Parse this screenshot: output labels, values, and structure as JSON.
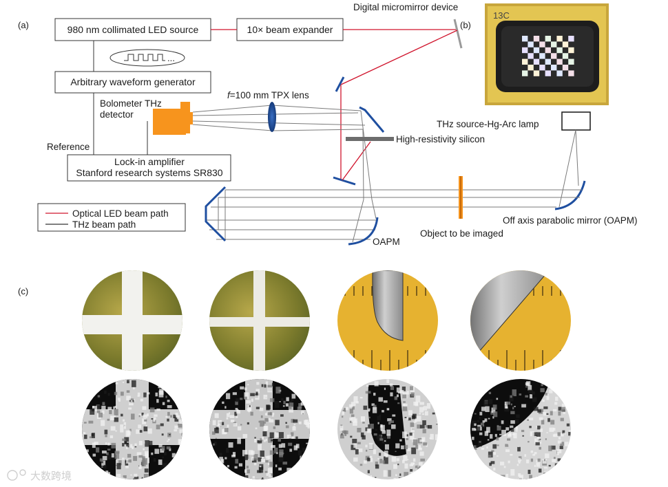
{
  "panels": {
    "a": "(a)",
    "b": "(b)",
    "c": "(c)"
  },
  "components": {
    "led_source": "980 nm collimated LED source",
    "beam_expander": "10× beam expander",
    "dmd": "Digital micromirror device",
    "waveform_generator": "Arbitrary waveform generator",
    "waveform_dots": "...",
    "bolometer_line1": "Bolometer THz",
    "bolometer_line2": "detector",
    "tpx_lens_f": "f",
    "tpx_lens_rest": "=100 mm TPX lens",
    "reference": "Reference",
    "lockin_line1": "Lock-in amplifier",
    "lockin_line2": "Stanford research systems SR830",
    "silicon": "High-resistivity silicon",
    "thz_source": "THz source-Hg-Arc lamp",
    "oapm_right": "Off axis parabolic mirror (OAPM)",
    "oapm_left": "OAPM",
    "object": "Object to be imaged",
    "chip_marking": "13C"
  },
  "legend": {
    "optical": "Optical LED beam path",
    "thz": "THz beam path"
  },
  "colors": {
    "optical_beam": "#d0142c",
    "thz_beam": "#7a7a7a",
    "mirror": "#1f4fa0",
    "detector": "#f7941d",
    "object": "#f7941d",
    "lens": "#1f4fa0"
  },
  "watermark": "大数跨境"
}
